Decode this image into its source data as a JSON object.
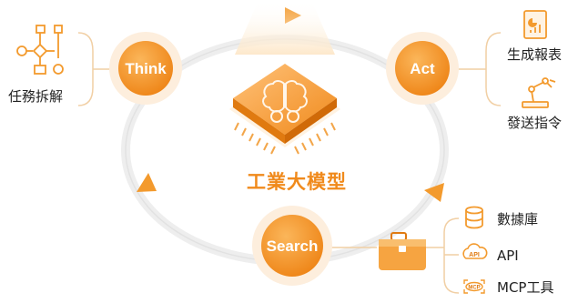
{
  "center": {
    "label": "工業大模型"
  },
  "nodes": {
    "think": {
      "label": "Think"
    },
    "act": {
      "label": "Act"
    },
    "search": {
      "label": "Search"
    }
  },
  "think_outputs": [
    {
      "label": "任務拆解",
      "icon": "flowchart-icon"
    }
  ],
  "act_outputs": [
    {
      "label": "生成報表",
      "icon": "report-chart-icon"
    },
    {
      "label": "發送指令",
      "icon": "robot-arm-icon"
    }
  ],
  "search_tools": [
    {
      "label": "數據庫",
      "icon": "database-icon"
    },
    {
      "label": "API",
      "icon": "api-cloud-icon",
      "badge": "API"
    },
    {
      "label": "MCP工具",
      "icon": "mcp-icon",
      "badge": "MCP"
    }
  ],
  "search_hub_icon": "toolbox-icon",
  "colors": {
    "accent": "#f39a2d",
    "accent_dark": "#e07a10",
    "line": "#f1cfa4",
    "ring": "#ececec"
  }
}
